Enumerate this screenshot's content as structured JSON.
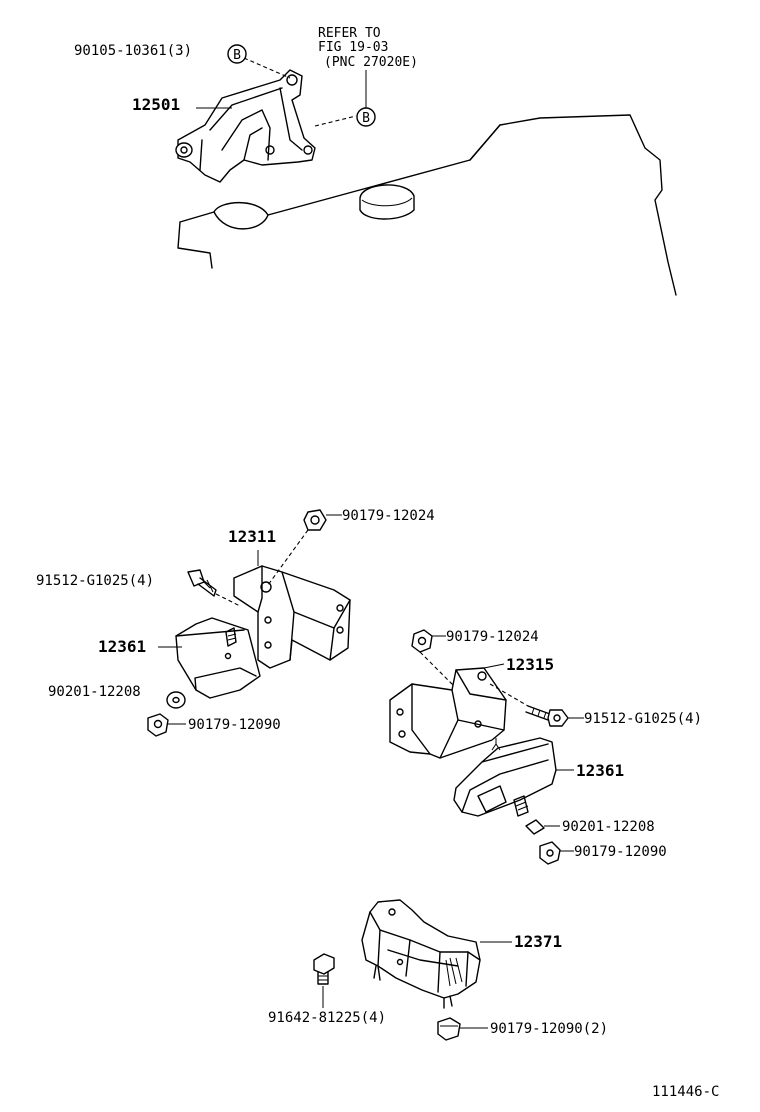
{
  "reference": {
    "line1": "REFER TO",
    "line2": "FIG 19-03",
    "line3": "(PNC 27020E)"
  },
  "markers": {
    "b": "B"
  },
  "labels": {
    "p90105": "90105-10361(3)",
    "p12501": "12501",
    "p90179a": "90179-12024",
    "p12311": "12311",
    "p91512a": "91512-G1025(4)",
    "p12361a": "12361",
    "p90201a": "90201-12208",
    "p90179b": "90179-12090",
    "p90179c": "90179-12024",
    "p12315": "12315",
    "p91512b": "91512-G1025(4)",
    "p12361b": "12361",
    "p90201b": "90201-12208",
    "p90179d": "90179-12090",
    "p12371": "12371",
    "p91642": "91642-81225(4)",
    "p90179e": "90179-12090(2)"
  },
  "figure_id": "111446-C"
}
